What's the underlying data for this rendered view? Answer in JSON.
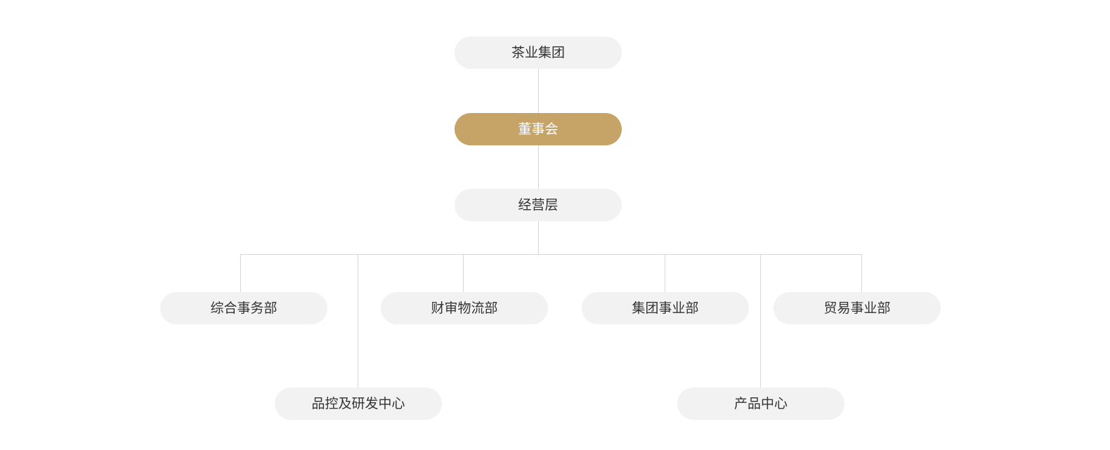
{
  "colors": {
    "accent": "#c6a366",
    "node_fill": "#f2f2f2",
    "node_text": "#333333",
    "accent_text": "#ffffff",
    "connector": "#d6d6d6"
  },
  "org": {
    "group": "茶业集团",
    "board": "董事会",
    "management": "经营层",
    "departments": {
      "general_affairs": "综合事务部",
      "quality_rd": "品控及研发中心",
      "finance_logistics": "财审物流部",
      "group_business": "集团事业部",
      "product_center": "产品中心",
      "trade_business": "贸易事业部"
    }
  }
}
